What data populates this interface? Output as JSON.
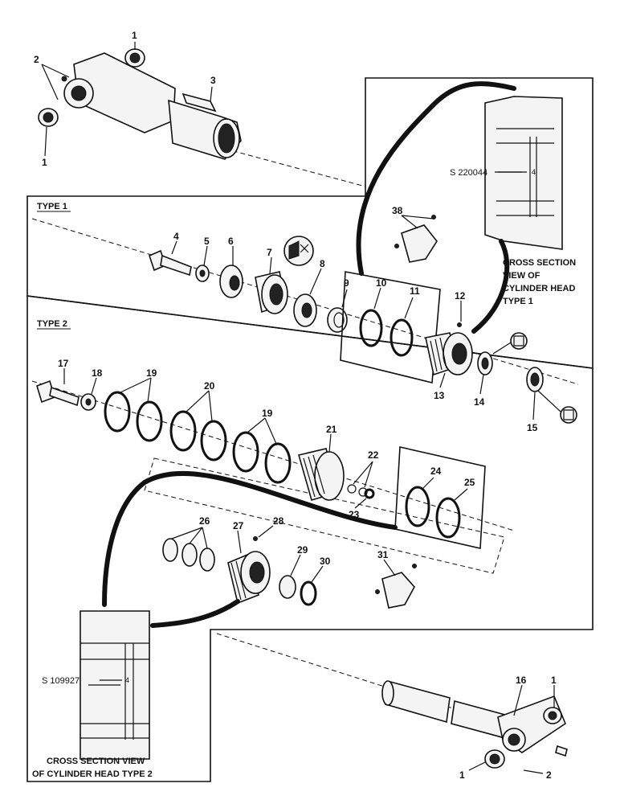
{
  "sections": {
    "type1_title": "TYPE 1",
    "type2_title": "TYPE 2"
  },
  "captions": {
    "type1": [
      "CROSS SECTION",
      "VIEW OF",
      "CYLINDER HEAD",
      "TYPE 1"
    ],
    "type2": [
      "CROSS SECTION VIEW",
      "OF CYLINDER HEAD TYPE 2"
    ]
  },
  "section_refs": {
    "type1": "S 220044",
    "type2": "S 109927"
  },
  "callouts": {
    "c1a": "1",
    "c1b": "1",
    "c2a": "2",
    "c3": "3",
    "c4": "4",
    "c5": "5",
    "c6": "6",
    "c7": "7",
    "c8": "8",
    "c9": "9",
    "c10": "10",
    "c11": "11",
    "c12": "12",
    "c13": "13",
    "c14": "14",
    "c15": "15",
    "c38": "38",
    "c17": "17",
    "c18": "18",
    "c19a": "19",
    "c20": "20",
    "c19b": "19",
    "c21": "21",
    "c22": "22",
    "c23": "23",
    "c24": "24",
    "c25": "25",
    "c26": "26",
    "c27": "27",
    "c28": "28",
    "c29": "29",
    "c30": "30",
    "c31": "31",
    "c16": "16",
    "c1c": "1",
    "c1d": "1",
    "c2b": "2"
  },
  "section_numbers": {
    "type1_inner": "4",
    "type2_inner": "4"
  },
  "colors": {
    "ink": "#111111",
    "paper": "#ffffff"
  }
}
